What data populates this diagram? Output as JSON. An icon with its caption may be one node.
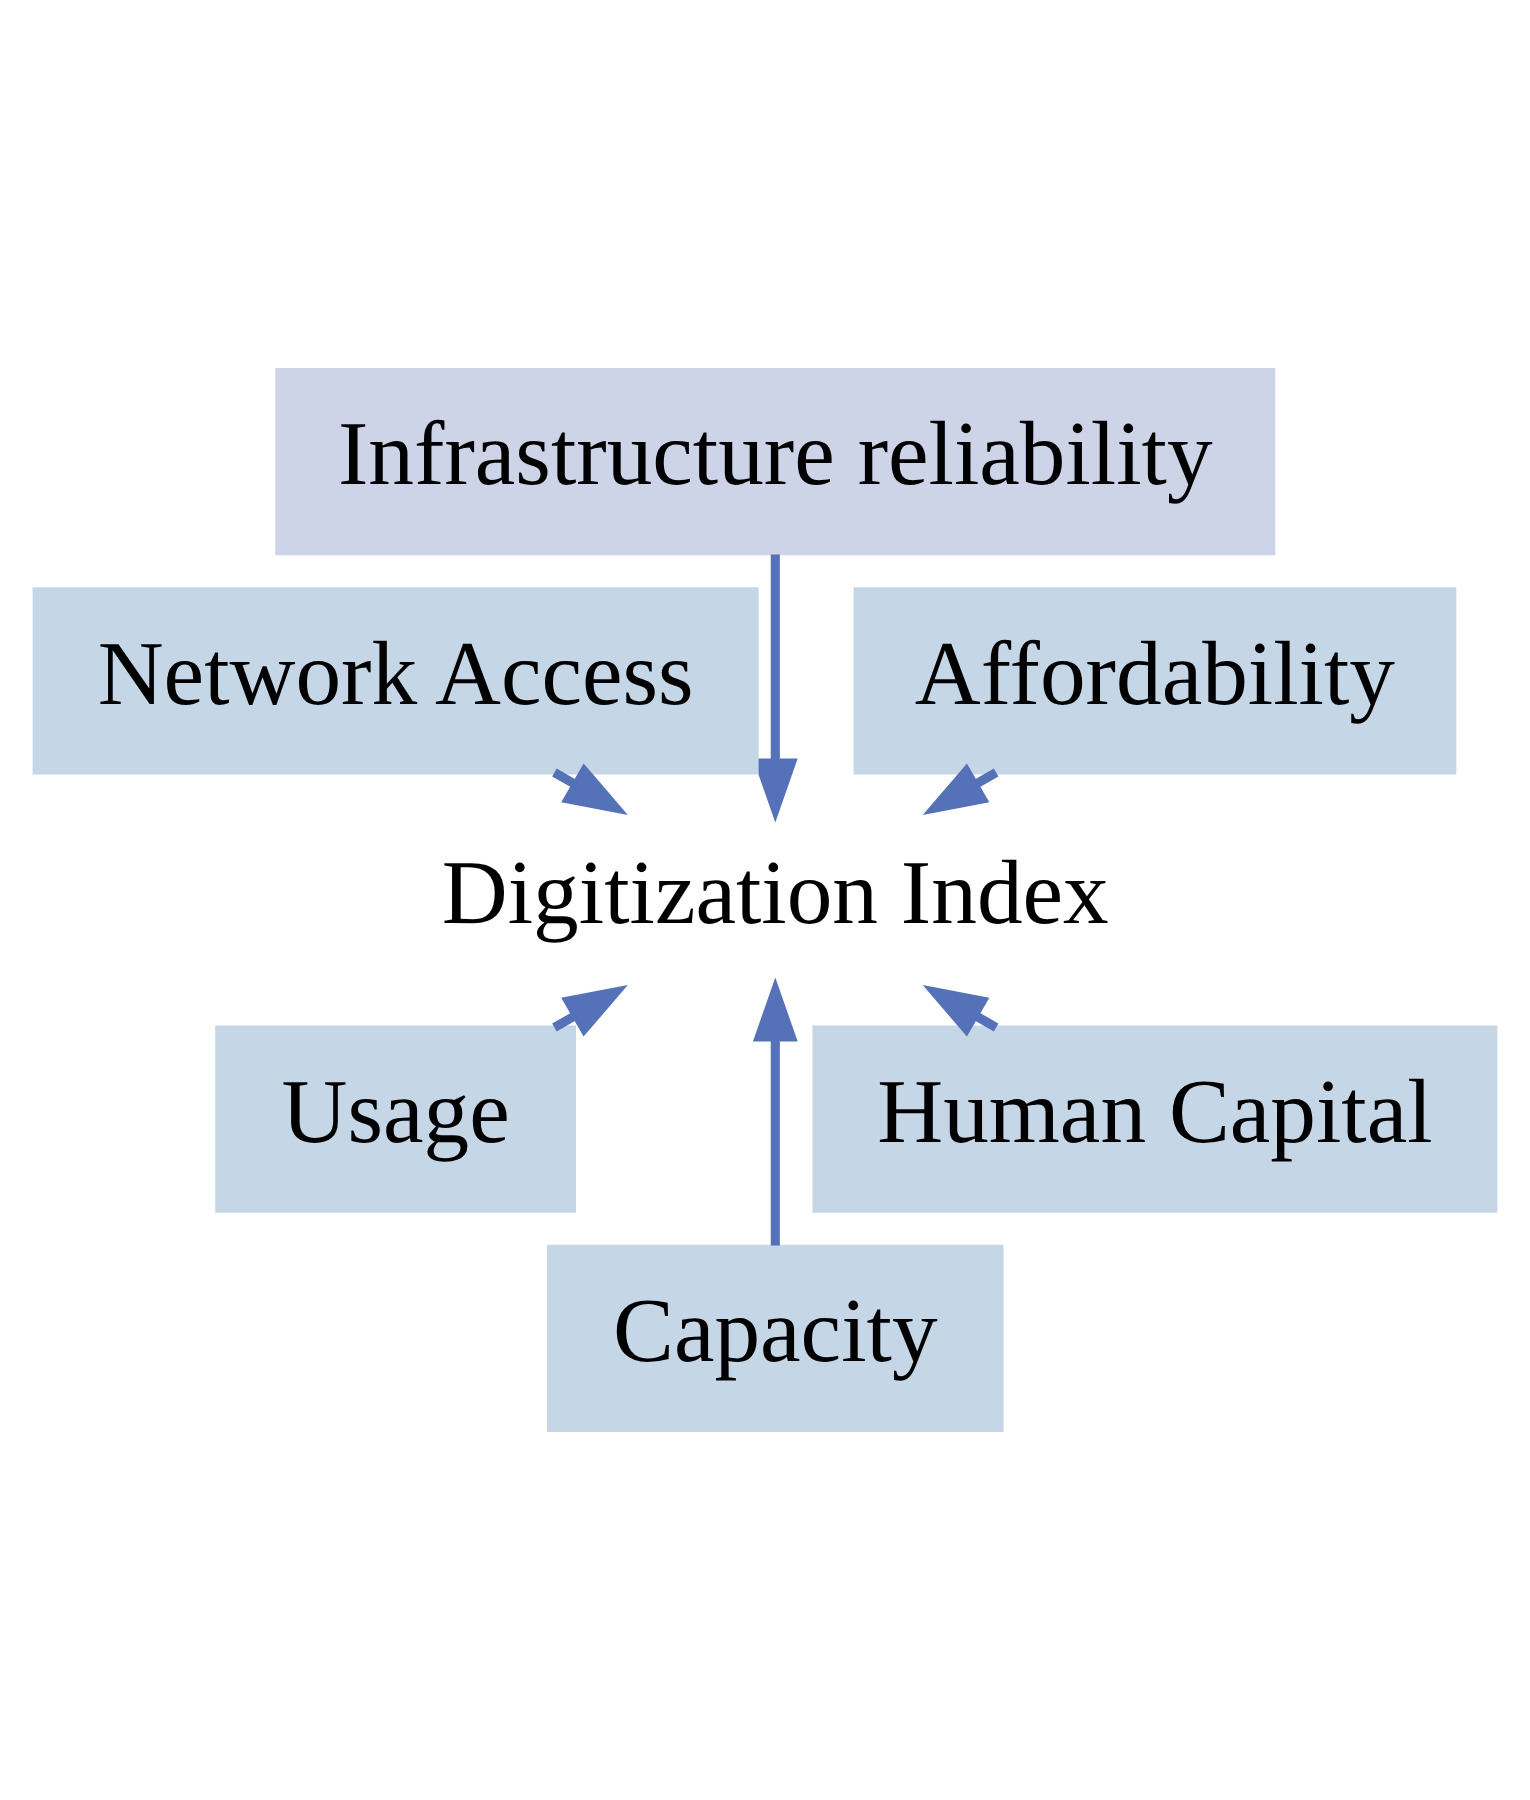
{
  "diagram": {
    "nodes": [
      {
        "text": [
          "Digitization Index"
        ]
      },
      {
        "text": [
          "Affordability"
        ]
      },
      {
        "text": [
          "Infrastructure reliability"
        ]
      },
      {
        "text": [
          "Network Access"
        ]
      },
      {
        "text": [
          "Usage"
        ]
      },
      {
        "text": [
          "Capacity"
        ]
      },
      {
        "text": [
          "Human Capital"
        ]
      }
    ],
    "edges": [
      {
        "from": 1,
        "to": 0,
        "arrow": "to"
      },
      {
        "from": 2,
        "to": 0,
        "arrow": "to"
      },
      {
        "from": 3,
        "to": 0,
        "arrow": "to"
      },
      {
        "from": 4,
        "to": 0,
        "arrow": "to"
      },
      {
        "from": 5,
        "to": 0,
        "arrow": "to"
      },
      {
        "from": 6,
        "to": 0,
        "arrow": "to"
      }
    ]
  }
}
